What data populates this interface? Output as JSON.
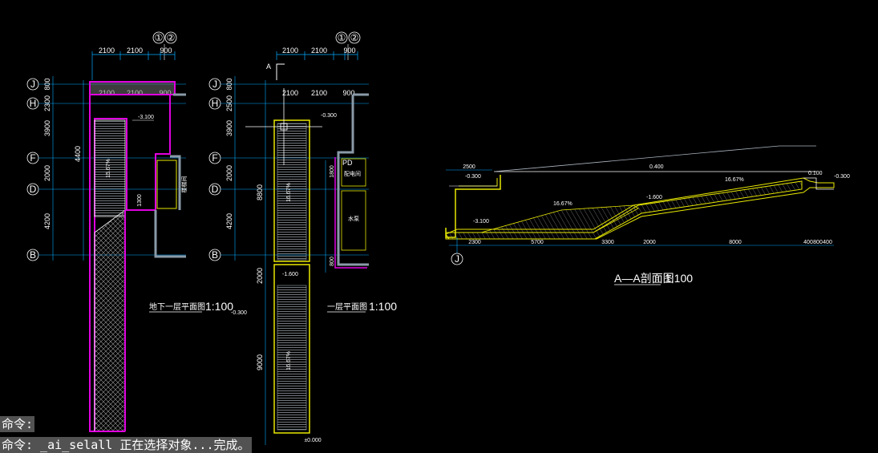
{
  "plan_b1": {
    "grid_top": [
      "①",
      "②"
    ],
    "dims_top": [
      "2100",
      "2100",
      "900"
    ],
    "dims_inner": [
      "2100",
      "2100",
      "900"
    ],
    "axes": [
      "J",
      "H",
      "F",
      "D",
      "B"
    ],
    "dims_left": [
      "800",
      "2300",
      "3900",
      "2000",
      "4200"
    ],
    "dim_overall": "4400",
    "elev": "-3.100",
    "slope": "15.67%",
    "dim_small": "1300",
    "room": "楼梯间",
    "title": "地下一层平面图",
    "scale": "1:100"
  },
  "plan_1f": {
    "grid_top": [
      "①",
      "②"
    ],
    "dims_top": [
      "2100",
      "2100",
      "900"
    ],
    "dims_inner": [
      "2100",
      "2100",
      "900"
    ],
    "axes": [
      "J",
      "H",
      "F",
      "D",
      "B"
    ],
    "dims_left": [
      "800",
      "2500",
      "3900",
      "2000",
      "4200"
    ],
    "dims_ramp": [
      "8800",
      "2000",
      "9000"
    ],
    "section_mark": "A",
    "elev_top": "-0.300",
    "elev_mid": "-1.600",
    "elev_bot": "-0.300",
    "slope_a": "16.67%",
    "slope_b": "16.67%",
    "pd": "PD",
    "room_a": "配电间",
    "room_b": "水泵",
    "dim_side": "1800",
    "dim_low": "800",
    "dim_bottom": "±0.000",
    "title": "一层平面图",
    "scale": "1:100"
  },
  "section": {
    "elevs": [
      "-0.300",
      "0.400",
      "-1.600",
      "-3.100",
      "0.100",
      "-0.300"
    ],
    "slopes": [
      "16.67%",
      "16.67%"
    ],
    "dims_top": [
      "2500"
    ],
    "dims_bottom": [
      "2300",
      "5700",
      "3300",
      "2000",
      "8000",
      "400",
      "800",
      "400"
    ],
    "axis": "J",
    "title": "A—A剖面图",
    "scale": "1:100"
  },
  "command": {
    "prompt": "命令:",
    "history": "命令: _ai_selall 正在选择对象...完成。"
  },
  "colors": {
    "background": "#000000",
    "wall_magenta": "#e000e0",
    "wall_yellow": "#e8e800",
    "dimension_cyan": "#00aaff",
    "wall_gray": "#8a9aa8"
  }
}
